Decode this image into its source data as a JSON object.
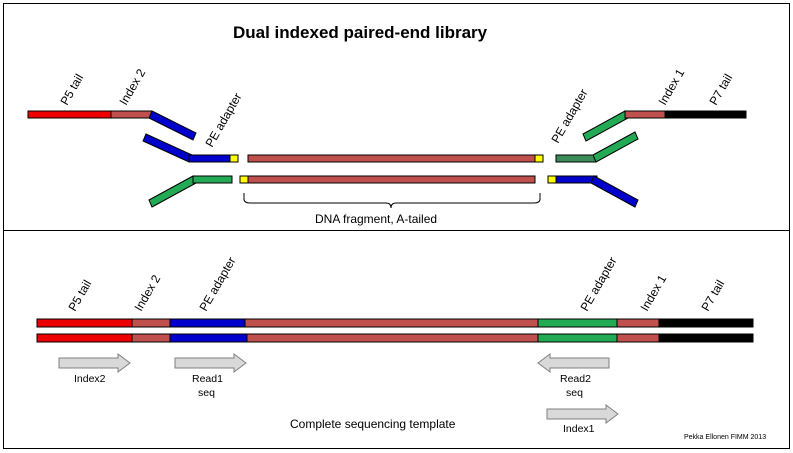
{
  "title": "Dual indexed paired-end library",
  "top": {
    "labels": {
      "p5_tail": "P5 tail",
      "index2": "Index 2",
      "pe_adapter_left": "PE adapter",
      "pe_adapter_right": "PE adapter",
      "index1": "Index 1",
      "p7_tail": "P7 tail"
    },
    "fragment_label": "DNA fragment, A-tailed"
  },
  "bottom": {
    "labels": {
      "p5_tail": "P5 tail",
      "index2": "Index 2",
      "pe_adapter_left": "PE adapter",
      "pe_adapter_right": "PE adapter",
      "index1": "Index 1",
      "p7_tail": "P7 tail"
    },
    "arrows": {
      "index2": "Index2",
      "read1_line1": "Read1",
      "read1_line2": "seq",
      "read2_line1": "Read2",
      "read2_line2": "seq",
      "index1": "Index1"
    },
    "caption": "Complete sequencing template"
  },
  "credit": "Pekka Ellonen FIMM 2013",
  "colors": {
    "p5": "#ee0000",
    "index": "#c0504d",
    "pe_blue": "#0000cc",
    "pe_green": "#22aa55",
    "pe_green_dark": "#3c8c5a",
    "p7": "#000000",
    "a_tail": "#ffff00",
    "arrow_fill": "#d9d9d9"
  }
}
